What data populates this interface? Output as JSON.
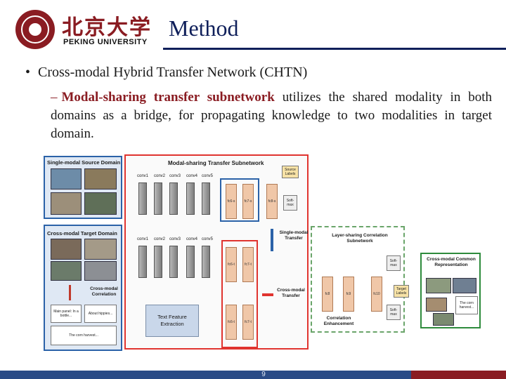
{
  "header": {
    "logo_cn": "北京大学",
    "logo_en": "PEKING UNIVERSITY",
    "title": "Method"
  },
  "bullet1": "Cross-modal Hybrid Transfer Network (CHTN)",
  "bullet2": {
    "dash": "–",
    "highlight": "Modal-sharing transfer subnetwork",
    "rest": " utilizes the shared modality in both domains as a bridge, for propagating knowledge to two modalities in target domain."
  },
  "figure": {
    "source_domain": "Single-modal Source Domain",
    "target_domain": "Cross-modal Target Domain",
    "cross_modal_correlation": "Cross-modal Correlation",
    "modal_sharing_title": "Modal-sharing Transfer Subnetwork",
    "conv_labels": [
      "conv1",
      "conv2",
      "conv3",
      "conv4",
      "conv5"
    ],
    "fc_labels": [
      "fc6-s",
      "fc7-s",
      "fc8-s",
      "fc6-t",
      "fc7-t",
      "fc6-t",
      "fc7-t"
    ],
    "source_labels": "Source Labels",
    "softmax": "Soft-max",
    "single_modal_transfer": "Single-modal Transfer",
    "cross_modal_transfer": "Cross-modal Transfer",
    "text_feature_extraction": "Text Feature Extraction",
    "layer_sharing_title": "Layer-sharing Correlation Subnetwork",
    "corr_fc": [
      "fc8",
      "fc9",
      "fc10"
    ],
    "correlation_enhancement": "Correlation Enhancement",
    "target_labels": "Target Labels",
    "common_representation": "Cross-modal Common Representation",
    "text_snippets": [
      "Main panel: In a bottle...",
      "About hippies...",
      "The corn harvest..."
    ]
  },
  "footer": {
    "page": "9"
  },
  "colors": {
    "brand_red": "#8a1c22",
    "navy": "#0f1f5a",
    "footer_blue": "#2a4b86"
  }
}
